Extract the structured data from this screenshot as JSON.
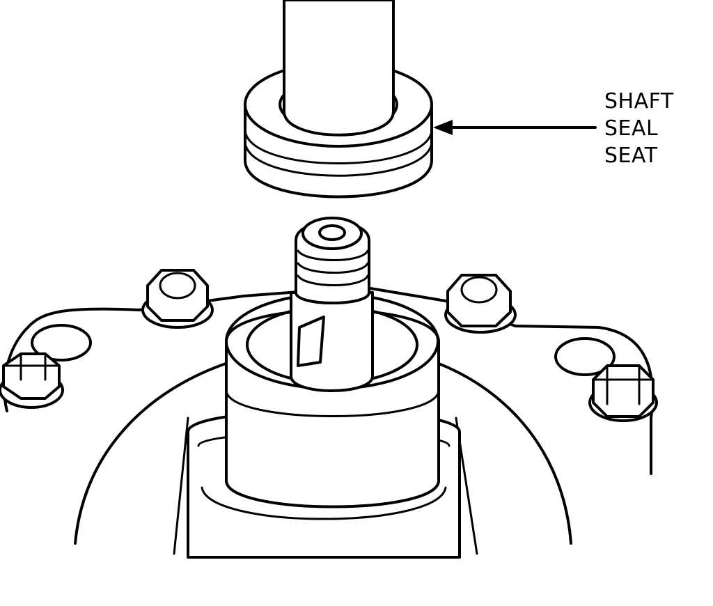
{
  "callout": {
    "lines": [
      "SHAFT",
      "SEAL",
      "SEAT"
    ]
  },
  "colors": {
    "ink": "#000000",
    "paper": "#ffffff"
  }
}
